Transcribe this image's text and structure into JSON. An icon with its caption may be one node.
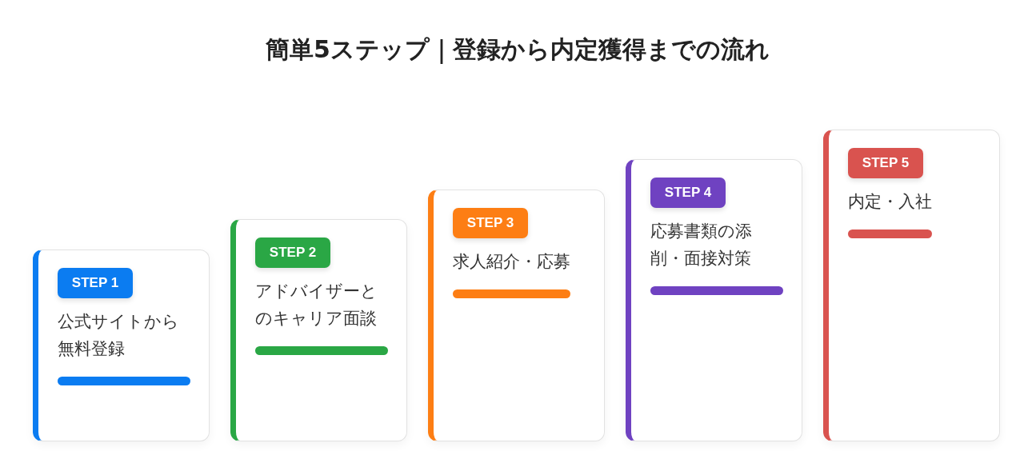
{
  "diagram": {
    "title": "簡単5ステップ｜登録から内定獲得までの流れ",
    "nodes": [
      {
        "text": [
          "公式サイトから無料登録"
        ]
      },
      {
        "text": [
          "STEP 1"
        ],
        "in": 0
      },
      {
        "text": [
          "アドバイザーとのキャリア面談"
        ]
      },
      {
        "text": [
          "STEP 2"
        ],
        "in": 2
      },
      {
        "text": [
          "求人紹介・応募"
        ]
      },
      {
        "text": [
          "STEP 3"
        ],
        "in": 4
      },
      {
        "text": [
          "応募書類の添削・面接対策"
        ]
      },
      {
        "text": [
          "STEP 4"
        ],
        "in": 6
      },
      {
        "text": [
          "内定・入社"
        ]
      },
      {
        "text": [
          "STEP 5"
        ],
        "in": 8
      }
    ]
  }
}
